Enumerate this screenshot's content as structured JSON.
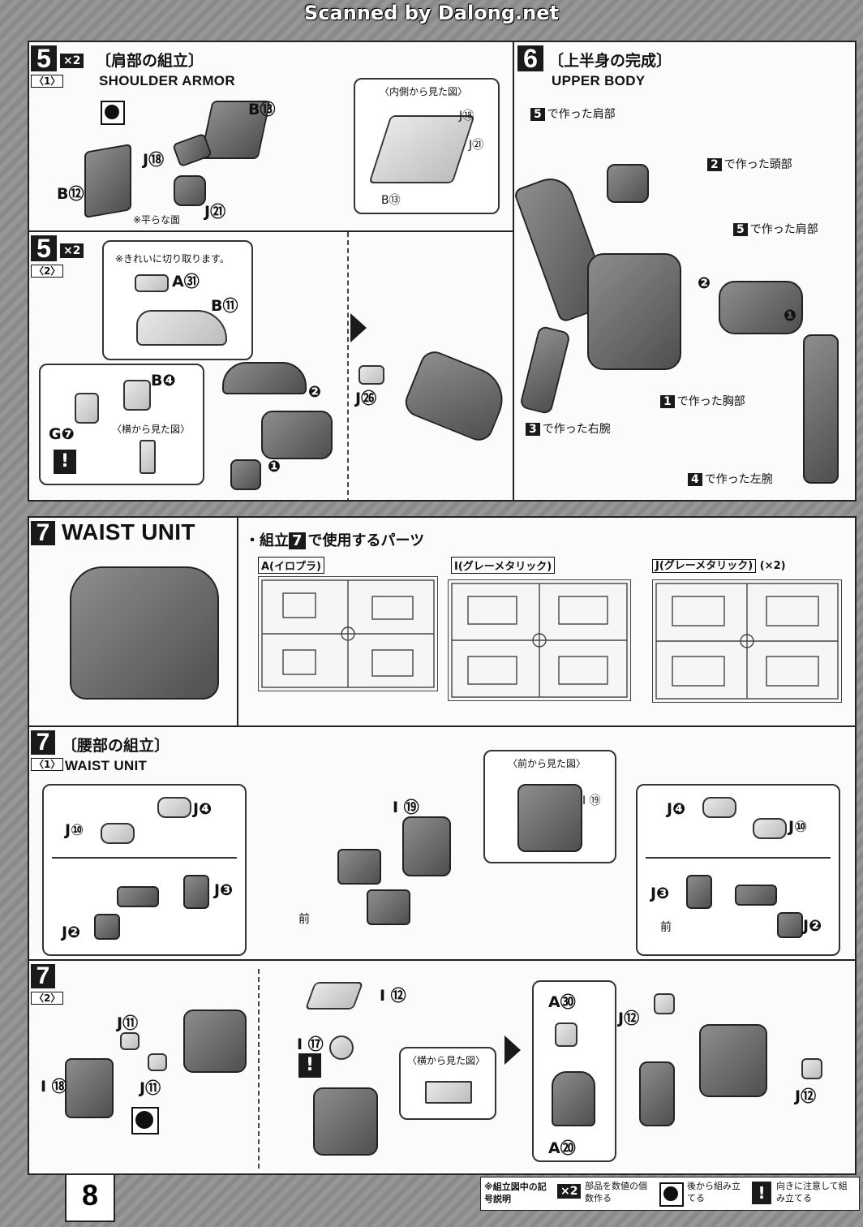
{
  "header": {
    "scan_credit": "Scanned by Dalong.net"
  },
  "step5_1": {
    "num": "5",
    "sub": "〈1〉",
    "mult": "×2",
    "title_jp": "〔肩部の組立〕",
    "title_en": "SHOULDER ARMOR",
    "callout_title": "〈内側から見た図〉",
    "note_flat": "※平らな面",
    "parts": [
      "B⑬",
      "J⑱",
      "B⑫",
      "J㉑",
      "J⑱",
      "J㉑",
      "B⑬"
    ]
  },
  "step5_2": {
    "num": "5",
    "sub": "〈2〉",
    "mult": "×2",
    "note_cut": "※きれいに切り取ります。",
    "side_view": "〈横から見た図〉",
    "parts": [
      "A㉛",
      "B⑪",
      "B❹",
      "G❼",
      "J㉖"
    ],
    "order": [
      "❷",
      "❶"
    ]
  },
  "step6": {
    "num": "6",
    "title_jp": "〔上半身の完成〕",
    "title_en": "UPPER BODY",
    "labels": [
      {
        "n": "5",
        "t": "で作った肩部"
      },
      {
        "n": "2",
        "t": "で作った頭部"
      },
      {
        "n": "5",
        "t": "で作った肩部"
      },
      {
        "n": "1",
        "t": "で作った胸部"
      },
      {
        "n": "3",
        "t": "で作った右腕"
      },
      {
        "n": "4",
        "t": "で作った左腕"
      }
    ],
    "order": [
      "❷",
      "❶"
    ]
  },
  "step7_header": {
    "num": "7",
    "title_en": "WAIST UNIT",
    "parts_used_pre": "・組立",
    "parts_used_num": "7",
    "parts_used_post": "で使用するパーツ",
    "runners": [
      {
        "label": "A(イロプラ)",
        "mult": ""
      },
      {
        "label": "I(グレーメタリック)",
        "mult": ""
      },
      {
        "label": "J(グレーメタリック)",
        "mult": "(×2)"
      }
    ]
  },
  "step7_1": {
    "num": "7",
    "sub": "〈1〉",
    "title_jp": "〔腰部の組立〕",
    "title_en": "WAIST UNIT",
    "front_view": "〈前から見た図〉",
    "front": "前",
    "parts_left": [
      "J❹",
      "J⑩",
      "J❸",
      "J❷"
    ],
    "part_center": "I ⑲",
    "part_front": "I ⑲",
    "parts_right": [
      "J❹",
      "J⑩",
      "J❸",
      "J❷"
    ]
  },
  "step7_2": {
    "num": "7",
    "sub": "〈2〉",
    "side_view": "〈横から見た図〉",
    "parts_a": [
      "J⑪",
      "I ⑱",
      "J⑪"
    ],
    "parts_b": [
      "I ⑫",
      "I ⑰"
    ],
    "parts_c": [
      "A㉚",
      "A⑳"
    ],
    "parts_d": [
      "J⑫",
      "J⑫"
    ]
  },
  "footer": {
    "page_number": "8",
    "legend_title": "※組立図中の記号説明",
    "legend": [
      {
        "sym": "×2",
        "text": "部品を数値の個数作る"
      },
      {
        "sym": "back-assembly-icon",
        "text": "後から組み立てる"
      },
      {
        "sym": "!",
        "text": "向きに注意して組み立てる"
      }
    ]
  }
}
